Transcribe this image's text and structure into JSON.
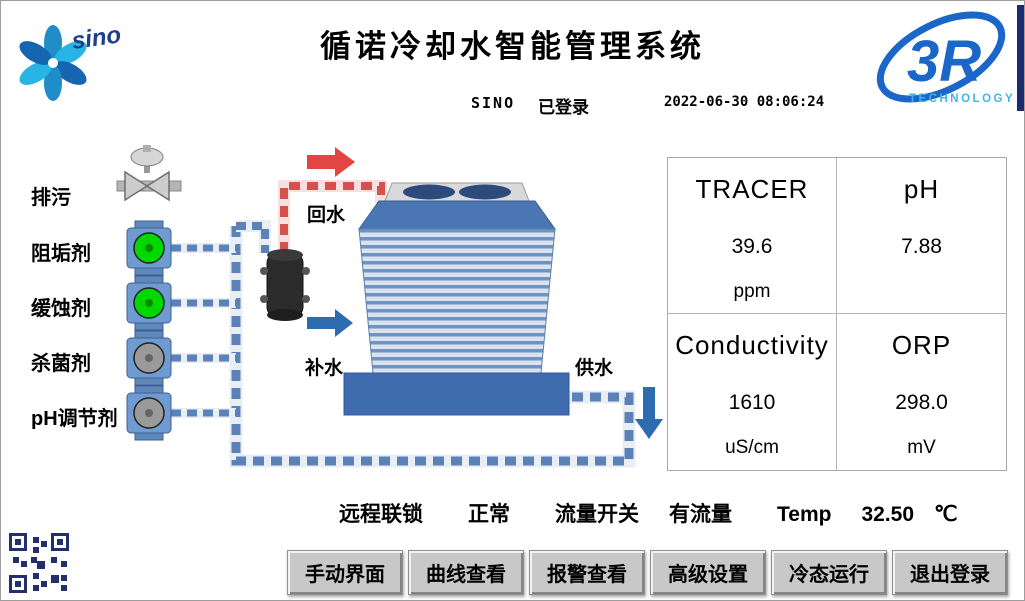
{
  "header": {
    "title": "循诺冷却水智能管理系统",
    "user": "SINO",
    "login_status": "已登录",
    "datetime": "2022-06-30  08:06:24"
  },
  "brand": {
    "left_logo_text": "sino",
    "right_logo_text": "3R",
    "right_logo_subtext": "TECHNOLOGY"
  },
  "diagram": {
    "drain_label": "排污",
    "pumps": [
      {
        "label": "阻垢剂",
        "state_color": "#00d800"
      },
      {
        "label": "缓蚀剂",
        "state_color": "#00d800"
      },
      {
        "label": "杀菌剂",
        "state_color": "#9a9a9a"
      },
      {
        "label": "pH调节剂",
        "state_color": "#9a9a9a"
      }
    ],
    "return_water_label": "回水",
    "makeup_water_label": "补水",
    "supply_water_label": "供水"
  },
  "metrics": [
    {
      "name": "TRACER",
      "value": "39.6",
      "unit": "ppm"
    },
    {
      "name": "pH",
      "value": "7.88",
      "unit": ""
    },
    {
      "name": "Conductivity",
      "value": "1610",
      "unit": "uS/cm"
    },
    {
      "name": "ORP",
      "value": "298.0",
      "unit": "mV"
    }
  ],
  "status_bar": {
    "remote_interlock_label": "远程联锁",
    "remote_interlock_value": "正常",
    "flow_switch_label": "流量开关",
    "flow_switch_value": "有流量",
    "temp_label": "Temp",
    "temp_value": "32.50",
    "temp_unit": "℃"
  },
  "buttons": [
    {
      "label": "手动界面"
    },
    {
      "label": "曲线查看"
    },
    {
      "label": "报警查看"
    },
    {
      "label": "高级设置"
    },
    {
      "label": "冷态运行"
    },
    {
      "label": "退出登录"
    }
  ],
  "colors": {
    "pump_on": "#00d800",
    "pump_off": "#9a9a9a",
    "pipe_water": "#5b82b8",
    "pipe_return": "#d7504c",
    "accent_blue": "#1b66c9"
  }
}
